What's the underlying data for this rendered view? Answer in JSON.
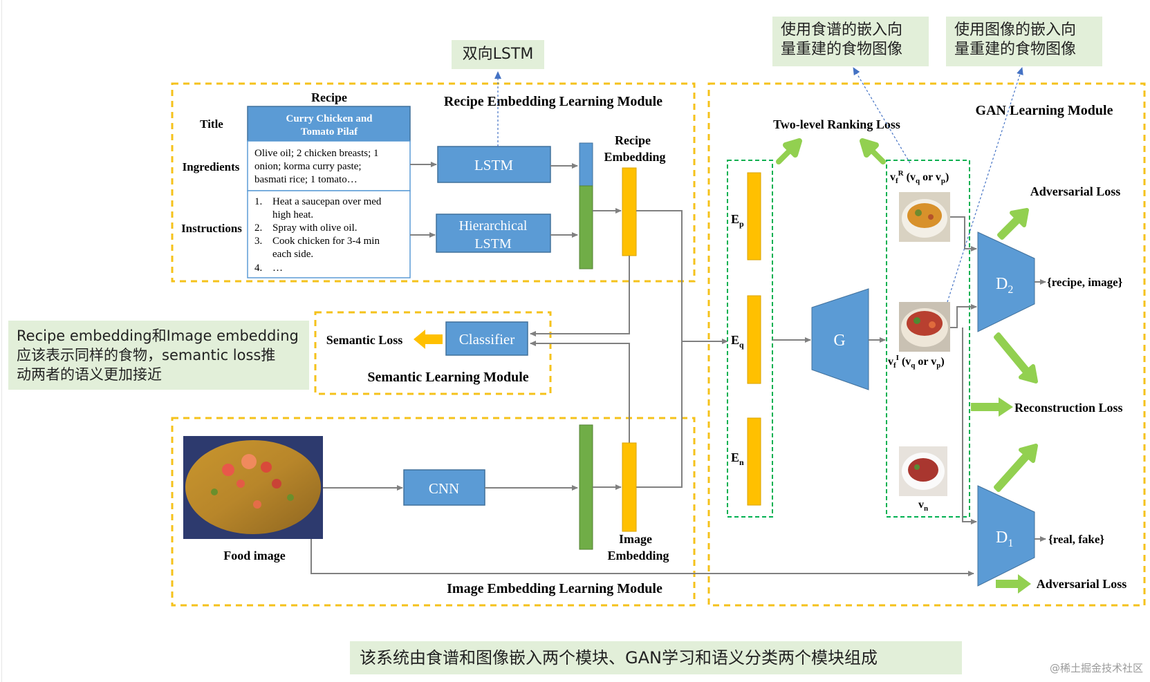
{
  "notes": {
    "bilstm": "双向LSTM",
    "recipe_recon": [
      "使用食谱的嵌入向",
      "量重建的食物图像"
    ],
    "image_recon": [
      "使用图像的嵌入向",
      "量重建的食物图像"
    ],
    "semantic": [
      "Recipe embedding和Image embedding",
      "应该表示同样的食物，semantic loss推",
      "动两者的语义更加接近"
    ],
    "caption": "该系统由食谱和图像嵌入两个模块、GAN学习和语义分类两个模块组成"
  },
  "recipe": {
    "header": "Recipe",
    "title_label": "Title",
    "ingredients_label": "Ingredients",
    "instructions_label": "Instructions",
    "title_text": [
      "Curry Chicken and",
      "Tomato Pilaf"
    ],
    "ingredients_text": [
      "Olive oil; 2 chicken breasts; 1",
      "onion; korma curry paste;",
      "basmati rice; 1 tomato…"
    ],
    "steps": [
      {
        "num": "1.",
        "lines": [
          "Heat a saucepan over med",
          "high heat."
        ]
      },
      {
        "num": "2.",
        "lines": [
          "Spray with olive oil."
        ]
      },
      {
        "num": "3.",
        "lines": [
          "Cook chicken for 3-4 min",
          "each side."
        ]
      },
      {
        "num": "4.",
        "lines": [
          "…"
        ]
      }
    ]
  },
  "modules": {
    "recipe_module": "Recipe Embedding Learning Module",
    "image_module": "Image Embedding Learning Module",
    "semantic_module": "Semantic Learning Module",
    "gan_module": "GAN Learning Module"
  },
  "blocks": {
    "lstm": "LSTM",
    "hlstm": [
      "Hierarchical",
      "LSTM"
    ],
    "cnn": "CNN",
    "classifier": "Classifier",
    "g": "G",
    "d2": "D",
    "d2_sub": "2",
    "d1": "D",
    "d1_sub": "1"
  },
  "labels": {
    "recipe_embedding": [
      "Recipe",
      "Embedding"
    ],
    "image_embedding": [
      "Image",
      "Embedding"
    ],
    "food_image": "Food image",
    "semantic_loss": "Semantic Loss",
    "two_level": "Two-level Ranking Loss",
    "adv_loss_top": "Adversarial Loss",
    "adv_loss_bottom": "Adversarial Loss",
    "recon_loss": "Reconstruction Loss",
    "recipe_image": "{recipe, image}",
    "real_fake": "{real, fake}",
    "ep": "E",
    "ep_sub": "p",
    "eq": "E",
    "eq_sub": "q",
    "en": "E",
    "en_sub": "n",
    "vfr": "v",
    "vfr_sub": "f",
    "vfr_sup": "R",
    "vfr_rest": " (v",
    "vfr_q": "q",
    "vfr_or": " or v",
    "vfr_p": "p",
    "vfr_close": ")",
    "vfi": "v",
    "vfi_sub": "f",
    "vfi_sup": "I",
    "vfi_rest": " (v",
    "vfi_q": "q",
    "vfi_or": " or v",
    "vfi_p": "p",
    "vfi_close": ")",
    "vn": "v",
    "vn_sub": "n"
  },
  "watermark": "@稀土掘金技术社区",
  "colors": {
    "module_border": "#f5c21b",
    "block_fill": "#5b9bd5",
    "block_stroke": "#41719c",
    "green_bar": "#70ad47",
    "yellow_bar": "#ffc000",
    "green_arrow": "#92d050",
    "dashed_green": "#00b050",
    "note_bg": "#e2efd9"
  }
}
